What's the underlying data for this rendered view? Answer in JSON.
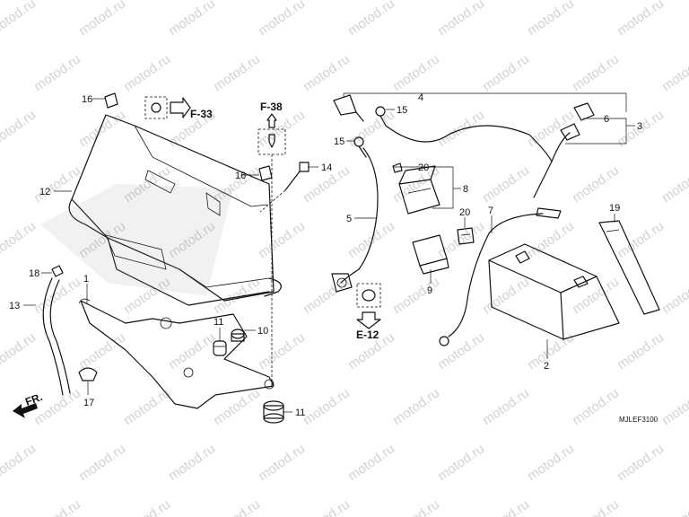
{
  "watermark": "motod.ru",
  "diagram_code": "MJLEF3100",
  "front_arrow_label": "FR.",
  "references": {
    "f33": "F-33",
    "f38": "F-38",
    "e12": "E-12"
  },
  "callouts": {
    "c1": "1",
    "c2": "2",
    "c3": "3",
    "c4": "4",
    "c5": "5",
    "c6": "6",
    "c7": "7",
    "c8": "8",
    "c9": "9",
    "c10": "10",
    "c11a": "11",
    "c11b": "11",
    "c12": "12",
    "c13": "13",
    "c14": "14",
    "c15a": "15",
    "c15b": "15",
    "c16a": "16",
    "c16b": "16",
    "c17": "17",
    "c18": "18",
    "c19": "19",
    "c20a": "20",
    "c20b": "20"
  }
}
